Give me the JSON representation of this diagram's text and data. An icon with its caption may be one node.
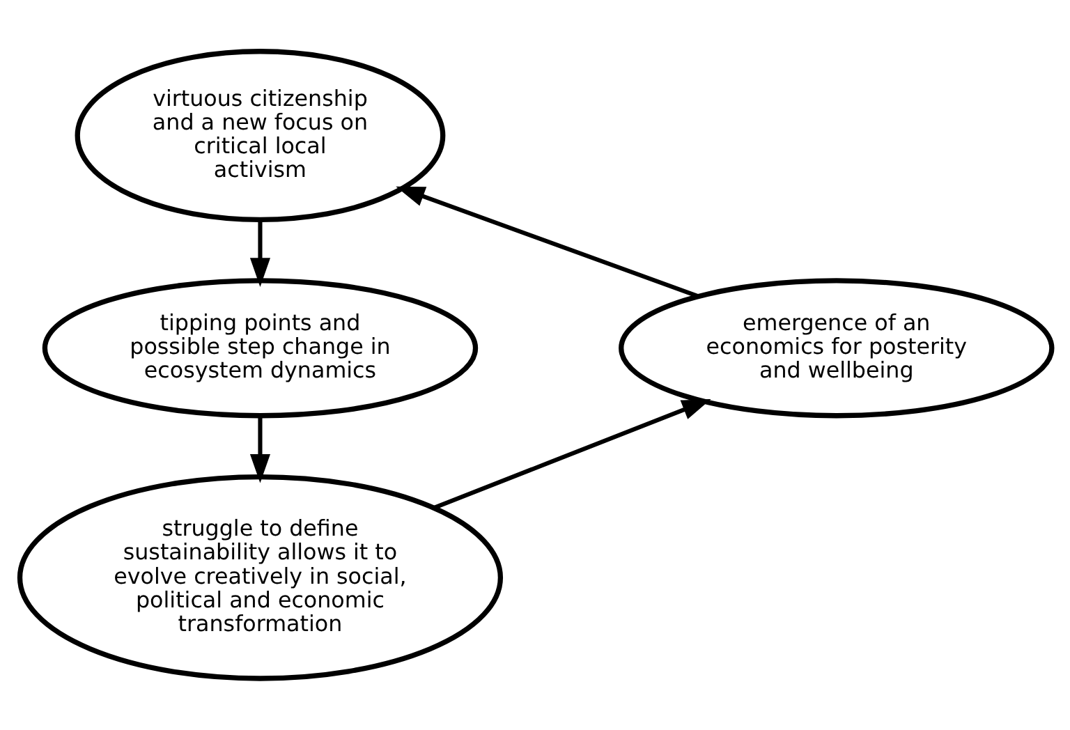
{
  "diagram": {
    "nodes": [
      {
        "text": [
          "virtuous citizenship and a new focus on critical local activism"
        ]
      },
      {
        "text": [
          "tipping points and possible step change in ecosystem dynamics"
        ]
      },
      {
        "text": [
          "emergence of an economics for posterity and wellbeing"
        ]
      },
      {
        "text": [
          "struggle to define sustainability allows it to evolve creatively in social, political and economic transformation"
        ]
      }
    ],
    "edges": [
      {
        "from": 0,
        "to": 1,
        "arrow": "to"
      },
      {
        "from": 1,
        "to": 3,
        "arrow": "to"
      },
      {
        "from": 3,
        "to": 2,
        "arrow": "to"
      },
      {
        "from": 2,
        "to": 0,
        "arrow": "to"
      }
    ]
  }
}
